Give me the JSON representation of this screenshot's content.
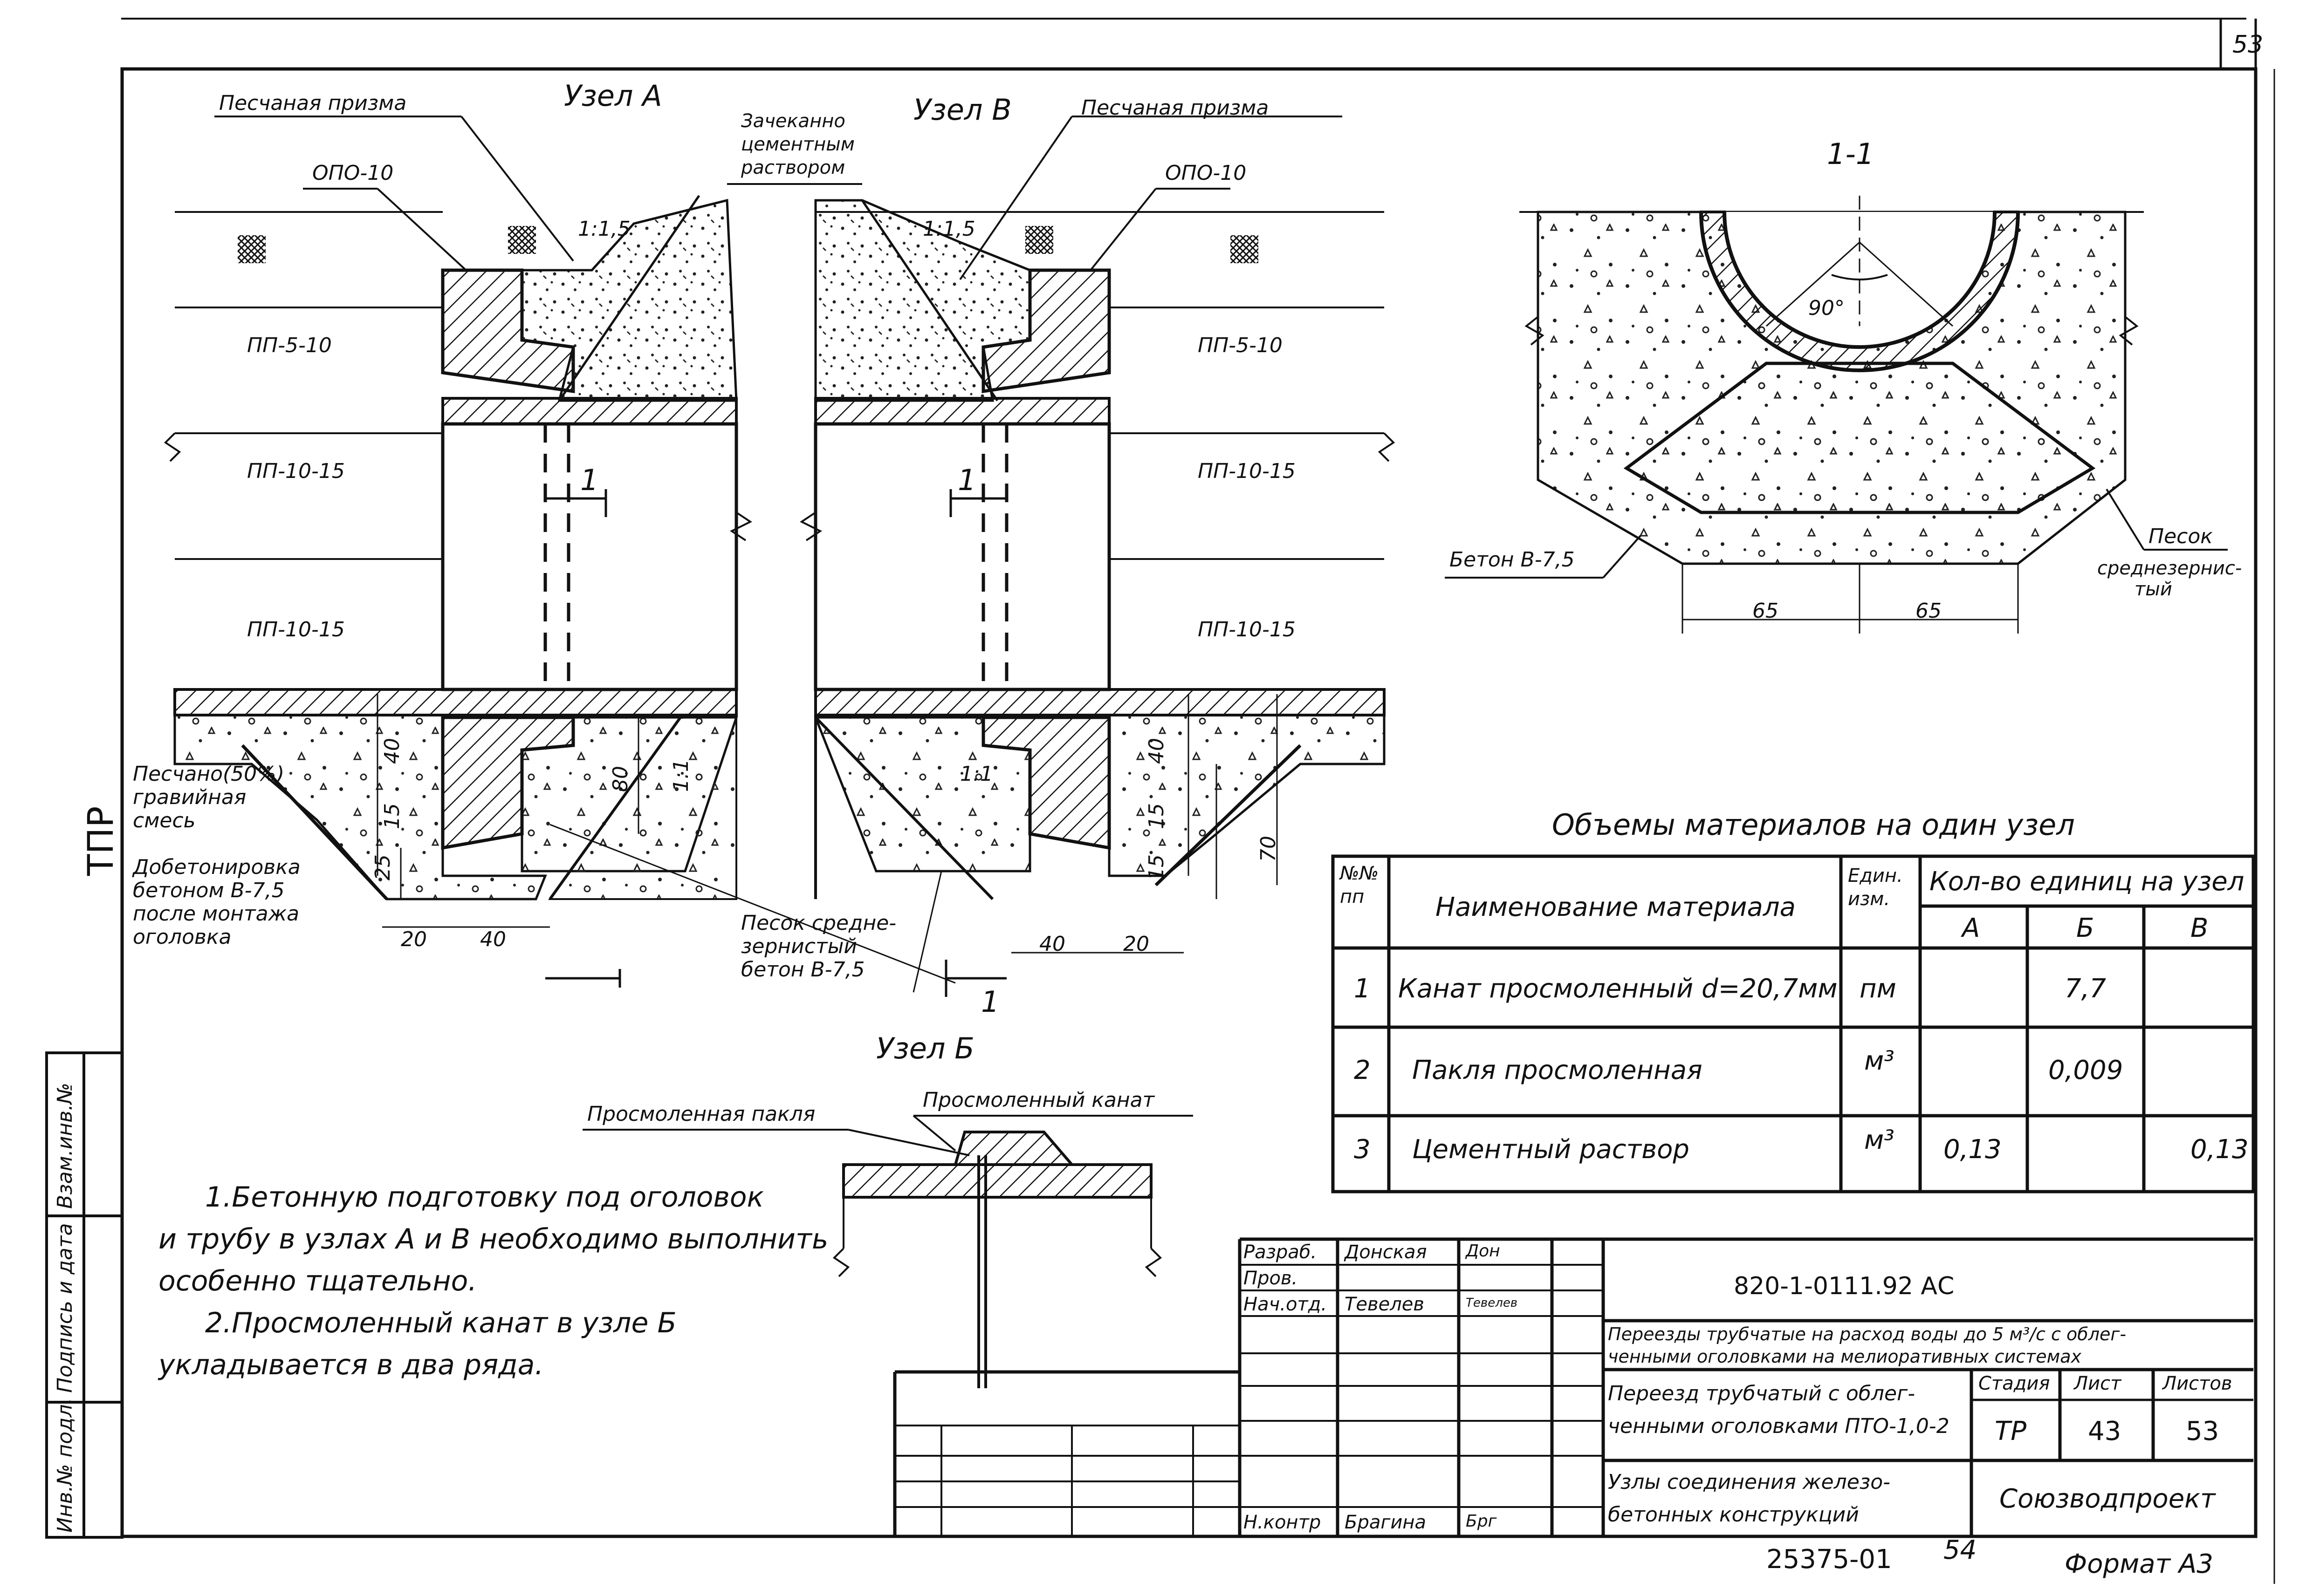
{
  "page_number": "53",
  "side_label": "ТПР",
  "side_stamp": [
    "Инв.№ подл.",
    "Подпись и дата",
    "Взам.инв.№"
  ],
  "nodes": {
    "a_title": "Узел А",
    "b_title": "Узел Б",
    "v_title": "Узел В",
    "section_title": "1-1"
  },
  "labels": {
    "sand_prism_left": "Песчаная призма",
    "sand_prism_right": "Песчаная призма",
    "opo_left": "ОПО-10",
    "opo_right": "ОПО-10",
    "caulk": [
      "Зачеканно",
      "цементным",
      "раствором"
    ],
    "slope_left": "1:1,5",
    "slope_right": "1:1,5",
    "pp_5_10_left": "ПП-5-10",
    "pp_5_10_right": "ПП-5-10",
    "pp_10_15_a": "ПП-10-15",
    "pp_10_15_b": "ПП-10-15",
    "pp_10_15_c": "ПП-10-15",
    "pp_10_15_d": "ПП-10-15",
    "sand_gravel": [
      "Песчано(50%)",
      "гравийная",
      "смесь"
    ],
    "concreting": [
      "Добетонировка",
      "бетоном В-7,5",
      "после монтажа",
      "оголовка"
    ],
    "sand_medium": [
      "Песок средне-",
      "зернистый",
      "бетон В-7,5"
    ],
    "section_mark_1_top_left": "1",
    "section_mark_1_top_right": "1",
    "section_mark_1_bottom": "1",
    "dim_40_left": "40",
    "dim_15_left": "15",
    "dim_25_left": "25",
    "dim_20_left": "20",
    "dim_40_bottom_left": "40",
    "dim_80": "80",
    "dim_1_1": "1:1",
    "dim_1_1_right": "1:1",
    "dim_40_right": "40",
    "dim_15_right": "15",
    "dim_15_right2": "15",
    "dim_70": "70",
    "dim_40_bottom_right": "40",
    "dim_20_bottom_right": "20",
    "angle_90": "90°",
    "beton_section": "Бетон В-7,5",
    "pesok_section": [
      "Песок",
      "среднезернис-",
      "тый"
    ],
    "dim_65_left": "65",
    "dim_65_right": "65",
    "tarred_tow": "Просмоленная пакля",
    "tarred_rope": "Просмоленный канат"
  },
  "notes": [
    "1.Бетонную подготовку под оголовок",
    "и трубу в узлах А и В необходимо выполнить",
    "особенно тщательно.",
    "2.Просмоленный канат в узле Б",
    "укладывается в два ряда."
  ],
  "table": {
    "title": "Объемы материалов на один узел",
    "headers": {
      "num": [
        "№№",
        "пп"
      ],
      "name": "Наименование материала",
      "unit": [
        "Един.",
        "изм."
      ],
      "qty": "Кол-во единиц на узел",
      "cols": [
        "А",
        "Б",
        "В"
      ]
    },
    "rows": [
      {
        "n": "1",
        "name": "Канат просмоленный d=20,7мм",
        "unit": "пм",
        "a": "",
        "b": "7,7",
        "v": ""
      },
      {
        "n": "2",
        "name": "Пакля просмоленная",
        "unit": "м³",
        "a": "",
        "b": "0,009",
        "v": ""
      },
      {
        "n": "3",
        "name": "Цементный раствор",
        "unit": "м³",
        "a": "0,13",
        "b": "",
        "v": "0,13"
      }
    ]
  },
  "title_block": {
    "roles": [
      "Разраб.",
      "Пров.",
      "Нач.отд.",
      "Н.контр"
    ],
    "people": [
      "Донская",
      "",
      "Тевелев",
      "Брагина"
    ],
    "signatures": [
      "Дон",
      "",
      "Тевелев",
      "Брг"
    ],
    "doc_code": "820-1-0111.92     АС",
    "project": [
      "Переезды трубчатые на расход воды до 5 м³/с с облег-",
      "ченными оголовками на мелиоративных системах"
    ],
    "sheet_title": [
      "Переезд трубчатый с облег-",
      "ченными оголовками ПТО-1,0-2"
    ],
    "content_title": [
      "Узлы соединения железо-",
      "бетонных конструкций"
    ],
    "stage_label": "Стадия",
    "sheet_label": "Лист",
    "sheets_label": "Листов",
    "stage": "ТР",
    "sheet": "43",
    "sheets": "53",
    "org": "Союзводпроект"
  },
  "footer": {
    "inventory": "25375-01",
    "page": "54",
    "format": "Формат А3"
  }
}
